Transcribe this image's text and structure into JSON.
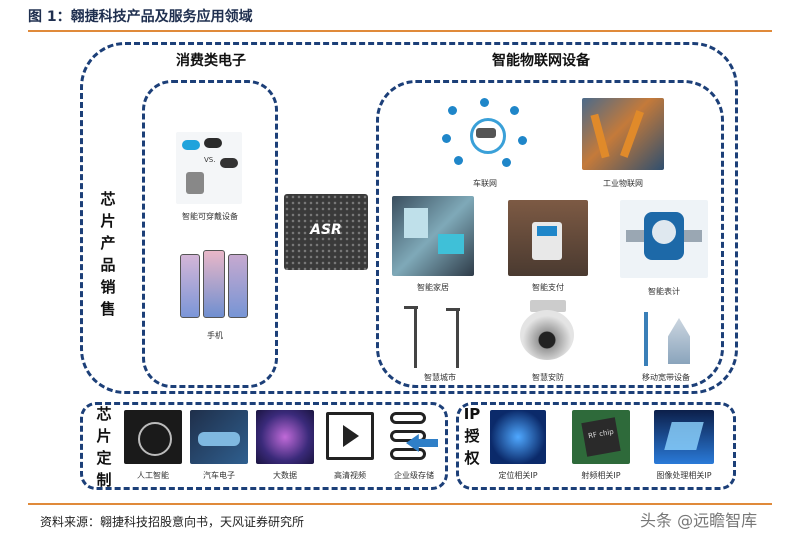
{
  "title": "图 1：翱捷科技产品及服务应用领域",
  "source": "资料来源：翱捷科技招股意向书，天风证券研究所",
  "watermark": "头条 @远瞻智库",
  "chip_sales_label": "芯片产品销售",
  "consumer": {
    "title": "消费类电子",
    "items": [
      {
        "label": "智能可穿戴设备",
        "inset": "VS."
      },
      {
        "label": "手机"
      }
    ]
  },
  "center_chip": {
    "brand": "ASR"
  },
  "iot": {
    "title": "智能物联网设备",
    "items": [
      {
        "label": "车联网"
      },
      {
        "label": "工业物联网"
      },
      {
        "label": "智能家居"
      },
      {
        "label": "智能支付"
      },
      {
        "label": "智能表计"
      },
      {
        "label": "智慧城市"
      },
      {
        "label": "智慧安防"
      },
      {
        "label": "移动宽带设备"
      }
    ]
  },
  "customization": {
    "label": "芯片定制",
    "items": [
      {
        "label": "人工智能"
      },
      {
        "label": "汽车电子"
      },
      {
        "label": "大数据"
      },
      {
        "label": "高清视频"
      },
      {
        "label": "企业级存储"
      }
    ]
  },
  "ip": {
    "label": "IP授权",
    "items": [
      {
        "label": "定位相关IP"
      },
      {
        "label": "射频相关IP",
        "inset": "RF chip"
      },
      {
        "label": "图像处理相关IP"
      }
    ]
  }
}
